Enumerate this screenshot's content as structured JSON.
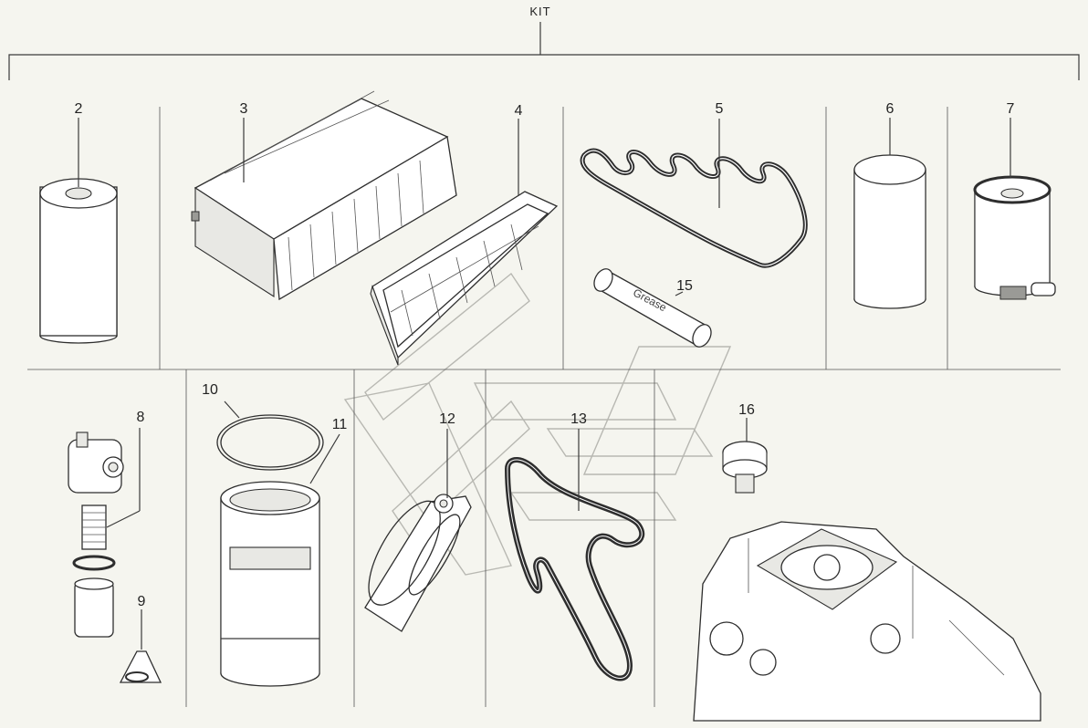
{
  "kit_label": "KIT",
  "parts": [
    {
      "id": "2"
    },
    {
      "id": "3"
    },
    {
      "id": "4"
    },
    {
      "id": "5"
    },
    {
      "id": "6"
    },
    {
      "id": "7"
    },
    {
      "id": "8"
    },
    {
      "id": "9"
    },
    {
      "id": "10"
    },
    {
      "id": "11"
    },
    {
      "id": "12"
    },
    {
      "id": "13"
    },
    {
      "id": "15"
    },
    {
      "id": "16"
    }
  ],
  "grease_text": "Grease",
  "colors": {
    "background": "#f5f5ef",
    "line": "#2e2e2e",
    "watermark": "#b8b8b2"
  }
}
